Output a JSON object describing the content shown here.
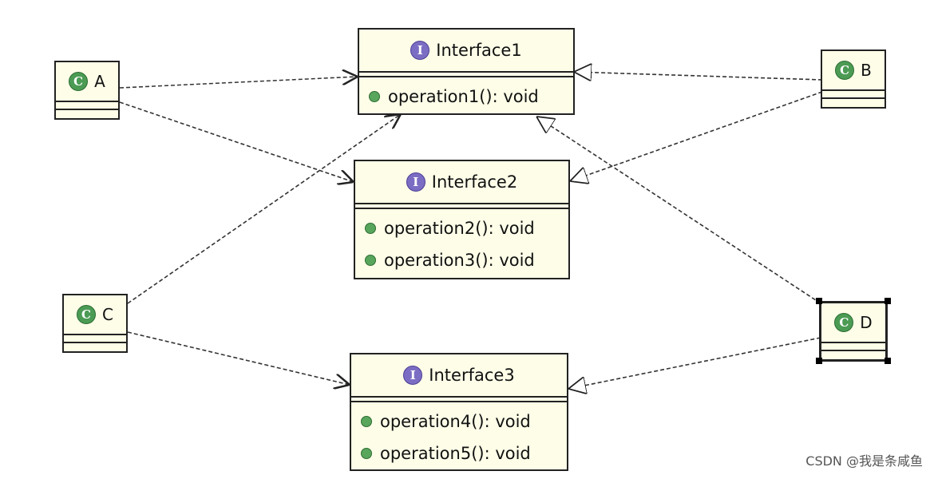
{
  "interfaces": [
    {
      "name": "Interface1",
      "operations": [
        "operation1(): void"
      ]
    },
    {
      "name": "Interface2",
      "operations": [
        "operation2(): void",
        "operation3(): void"
      ]
    },
    {
      "name": "Interface3",
      "operations": [
        "operation4(): void",
        "operation5(): void"
      ]
    }
  ],
  "classes": [
    {
      "name": "A"
    },
    {
      "name": "B"
    },
    {
      "name": "C"
    },
    {
      "name": "D"
    }
  ],
  "icons": {
    "interface": "interface-icon",
    "class": "class-icon",
    "operation": "public-method-icon"
  },
  "colors": {
    "box_fill": "#fdfde8",
    "interface_icon": "#7b6dc3",
    "class_icon": "#4b9b54",
    "method_dot": "#58a55c"
  },
  "watermark": "CSDN @我是条咸鱼"
}
